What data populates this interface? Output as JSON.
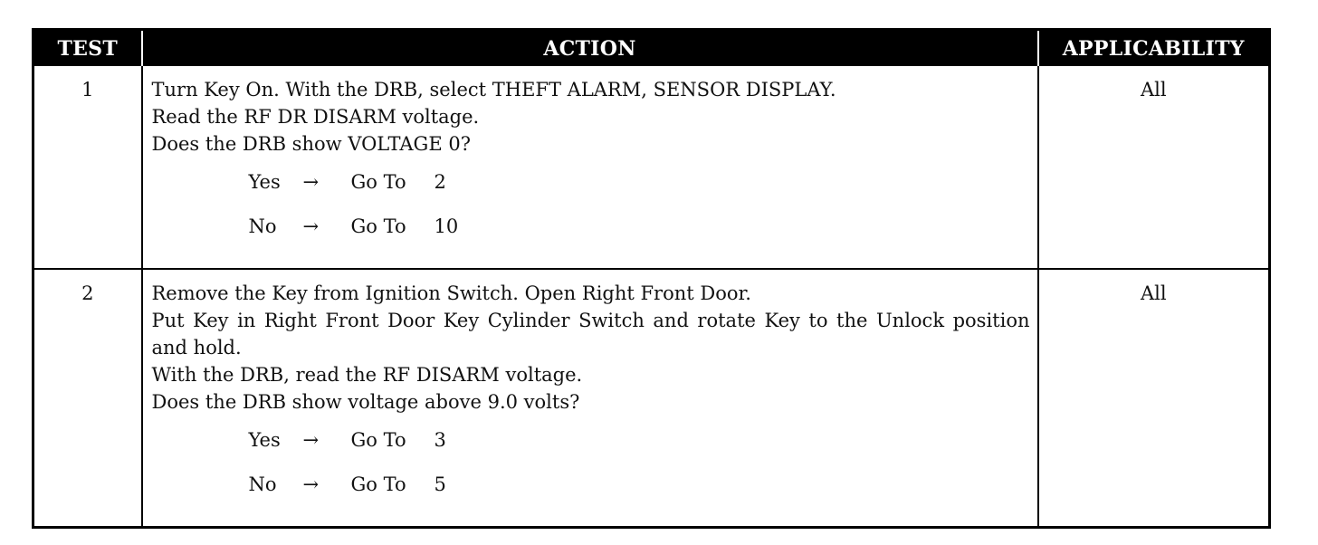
{
  "table": {
    "headers": {
      "test": "TEST",
      "action": "ACTION",
      "applicability": "APPLICABILITY"
    },
    "rows": [
      {
        "test": "1",
        "action_lines": [
          "Turn Key On. With the DRB, select THEFT ALARM, SENSOR DISPLAY.",
          "Read the RF DR DISARM voltage.",
          "Does the DRB show VOLTAGE 0?"
        ],
        "branches": [
          {
            "answer": "Yes",
            "arrow": "→",
            "goto": "Go To",
            "target": "2"
          },
          {
            "answer": "No",
            "arrow": "→",
            "goto": "Go To",
            "target": "10"
          }
        ],
        "applicability": "All"
      },
      {
        "test": "2",
        "action_lines": [
          "Remove the Key from Ignition Switch. Open Right Front Door.",
          "Put Key in Right Front Door Key Cylinder Switch and rotate Key to the Unlock position and hold.",
          "With the DRB, read the RF DISARM voltage.",
          "Does the DRB show voltage above 9.0 volts?"
        ],
        "branches": [
          {
            "answer": "Yes",
            "arrow": "→",
            "goto": "Go To",
            "target": "3"
          },
          {
            "answer": "No",
            "arrow": "→",
            "goto": "Go To",
            "target": "5"
          }
        ],
        "applicability": "All"
      }
    ]
  }
}
